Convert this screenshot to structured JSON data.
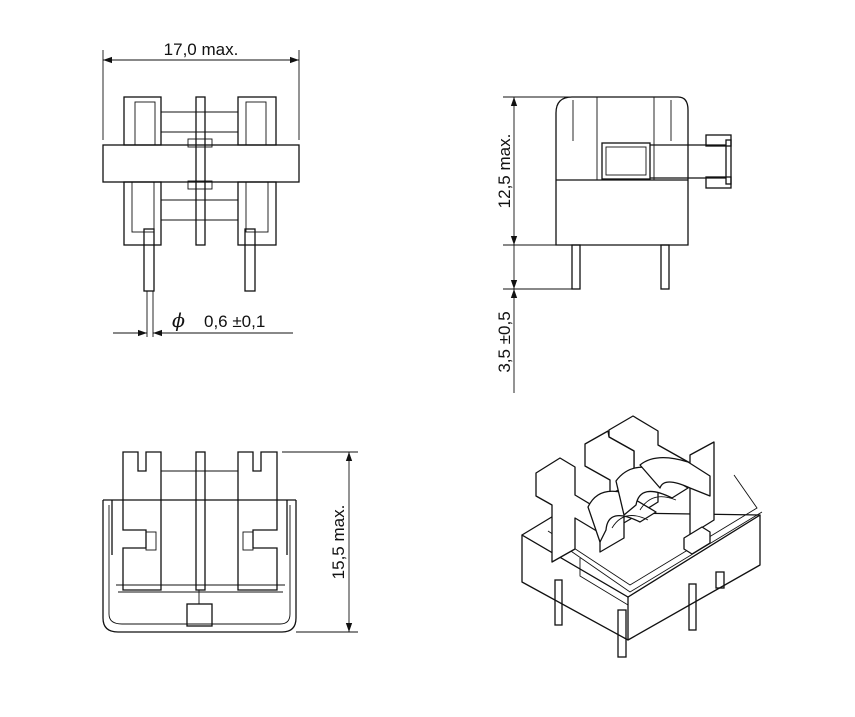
{
  "dimensions": {
    "width_max": "17,0 max.",
    "pin_diameter_symbol": "ϕ",
    "pin_diameter_value": "0,6 ±0,1",
    "height_max": "12,5 max.",
    "pin_length": "3,5 ±0,5",
    "depth_max": "15,5 max."
  }
}
